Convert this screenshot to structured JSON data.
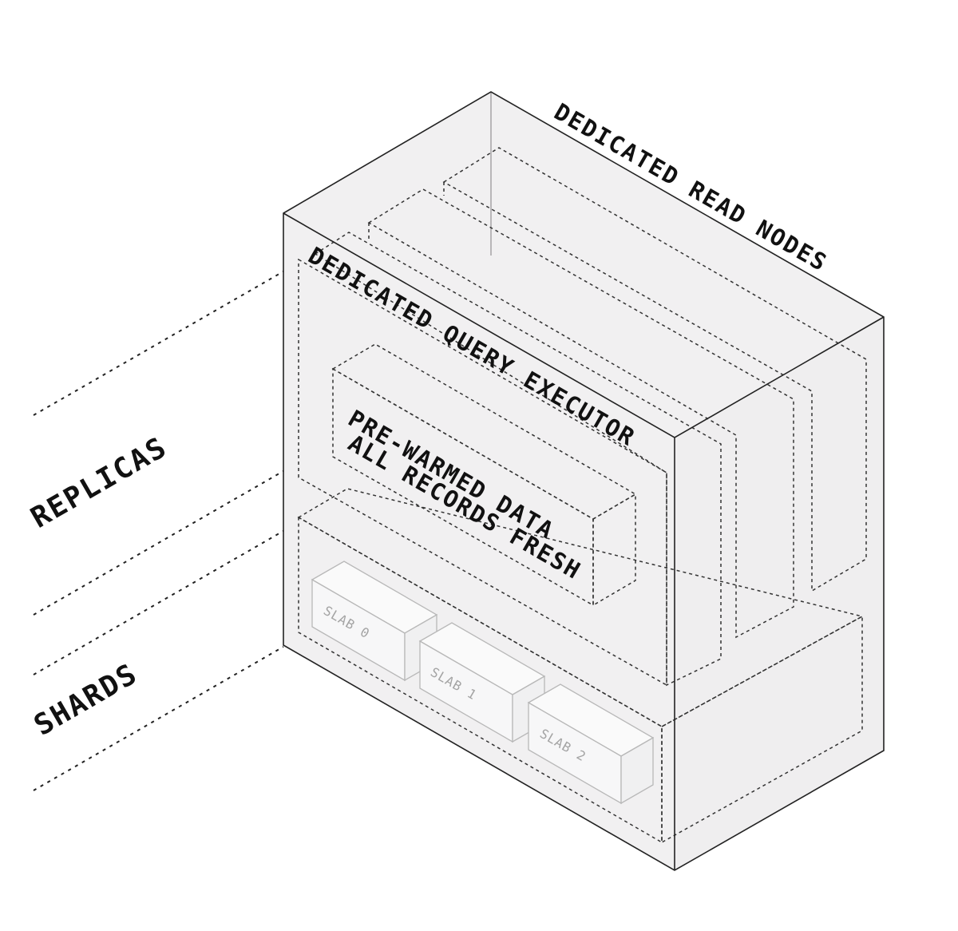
{
  "labels": {
    "dedicated_read_nodes": "DEDICATED READ NODES",
    "dedicated_query_executor": "DEDICATED QUERY EXECUTOR",
    "pre_warmed_data": "PRE-WARMED DATA",
    "all_records_fresh": "ALL RECORDS FRESH",
    "replicas": "REPLICAS",
    "shards": "SHARDS"
  },
  "slabs": [
    "SLAB 0",
    "SLAB 1",
    "SLAB 2"
  ],
  "colors": {
    "ink": "#111111",
    "box_fill": "#f1f0f1",
    "panel_fill": "#f9f9fa",
    "slab_stroke": "#b8b8b8"
  }
}
